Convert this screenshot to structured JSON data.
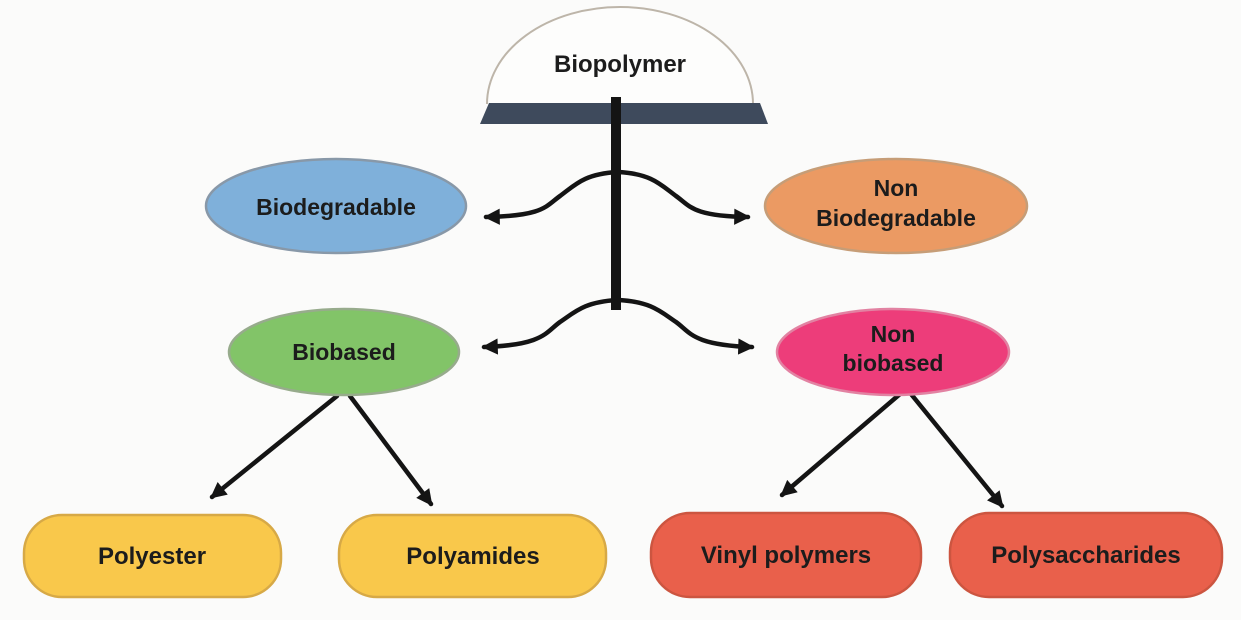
{
  "diagram": {
    "name": "biopolymer-classification",
    "root": {
      "label": "Biopolymer"
    },
    "nodes": {
      "biodegradable": {
        "label": "Biodegradable"
      },
      "non_biodegradable": {
        "line1": "Non",
        "line2": "Biodegradable"
      },
      "biobased": {
        "label": "Biobased"
      },
      "non_biobased": {
        "line1": "Non",
        "line2": "biobased"
      },
      "polyester": {
        "label": "Polyester"
      },
      "polyamides": {
        "label": "Polyamides"
      },
      "vinyl_polymers": {
        "label": "Vinyl polymers"
      },
      "polysaccharides": {
        "label": "Polysaccharides"
      }
    },
    "colors": {
      "text": "#1c1c1c",
      "line": "#141414",
      "umbrella_outline": "#bdb5a9",
      "umbrella_fill": "#fdfdfc",
      "umbrella_base": "#3e4a5c",
      "biodegradable_fill": "#7fb0da",
      "biodegradable_stroke": "#8898a8",
      "non_biodegradable_fill": "#eb9a63",
      "non_biodegradable_stroke": "#c69d77",
      "biobased_fill": "#82c468",
      "biobased_stroke": "#97ab8c",
      "non_biobased_fill": "#ed3d7a",
      "non_biobased_stroke": "#e282a2",
      "polyester_fill": "#f9c84b",
      "polyester_stroke": "#d7a946",
      "vinyl_fill": "#e9604b",
      "vinyl_stroke": "#cc5540"
    }
  }
}
